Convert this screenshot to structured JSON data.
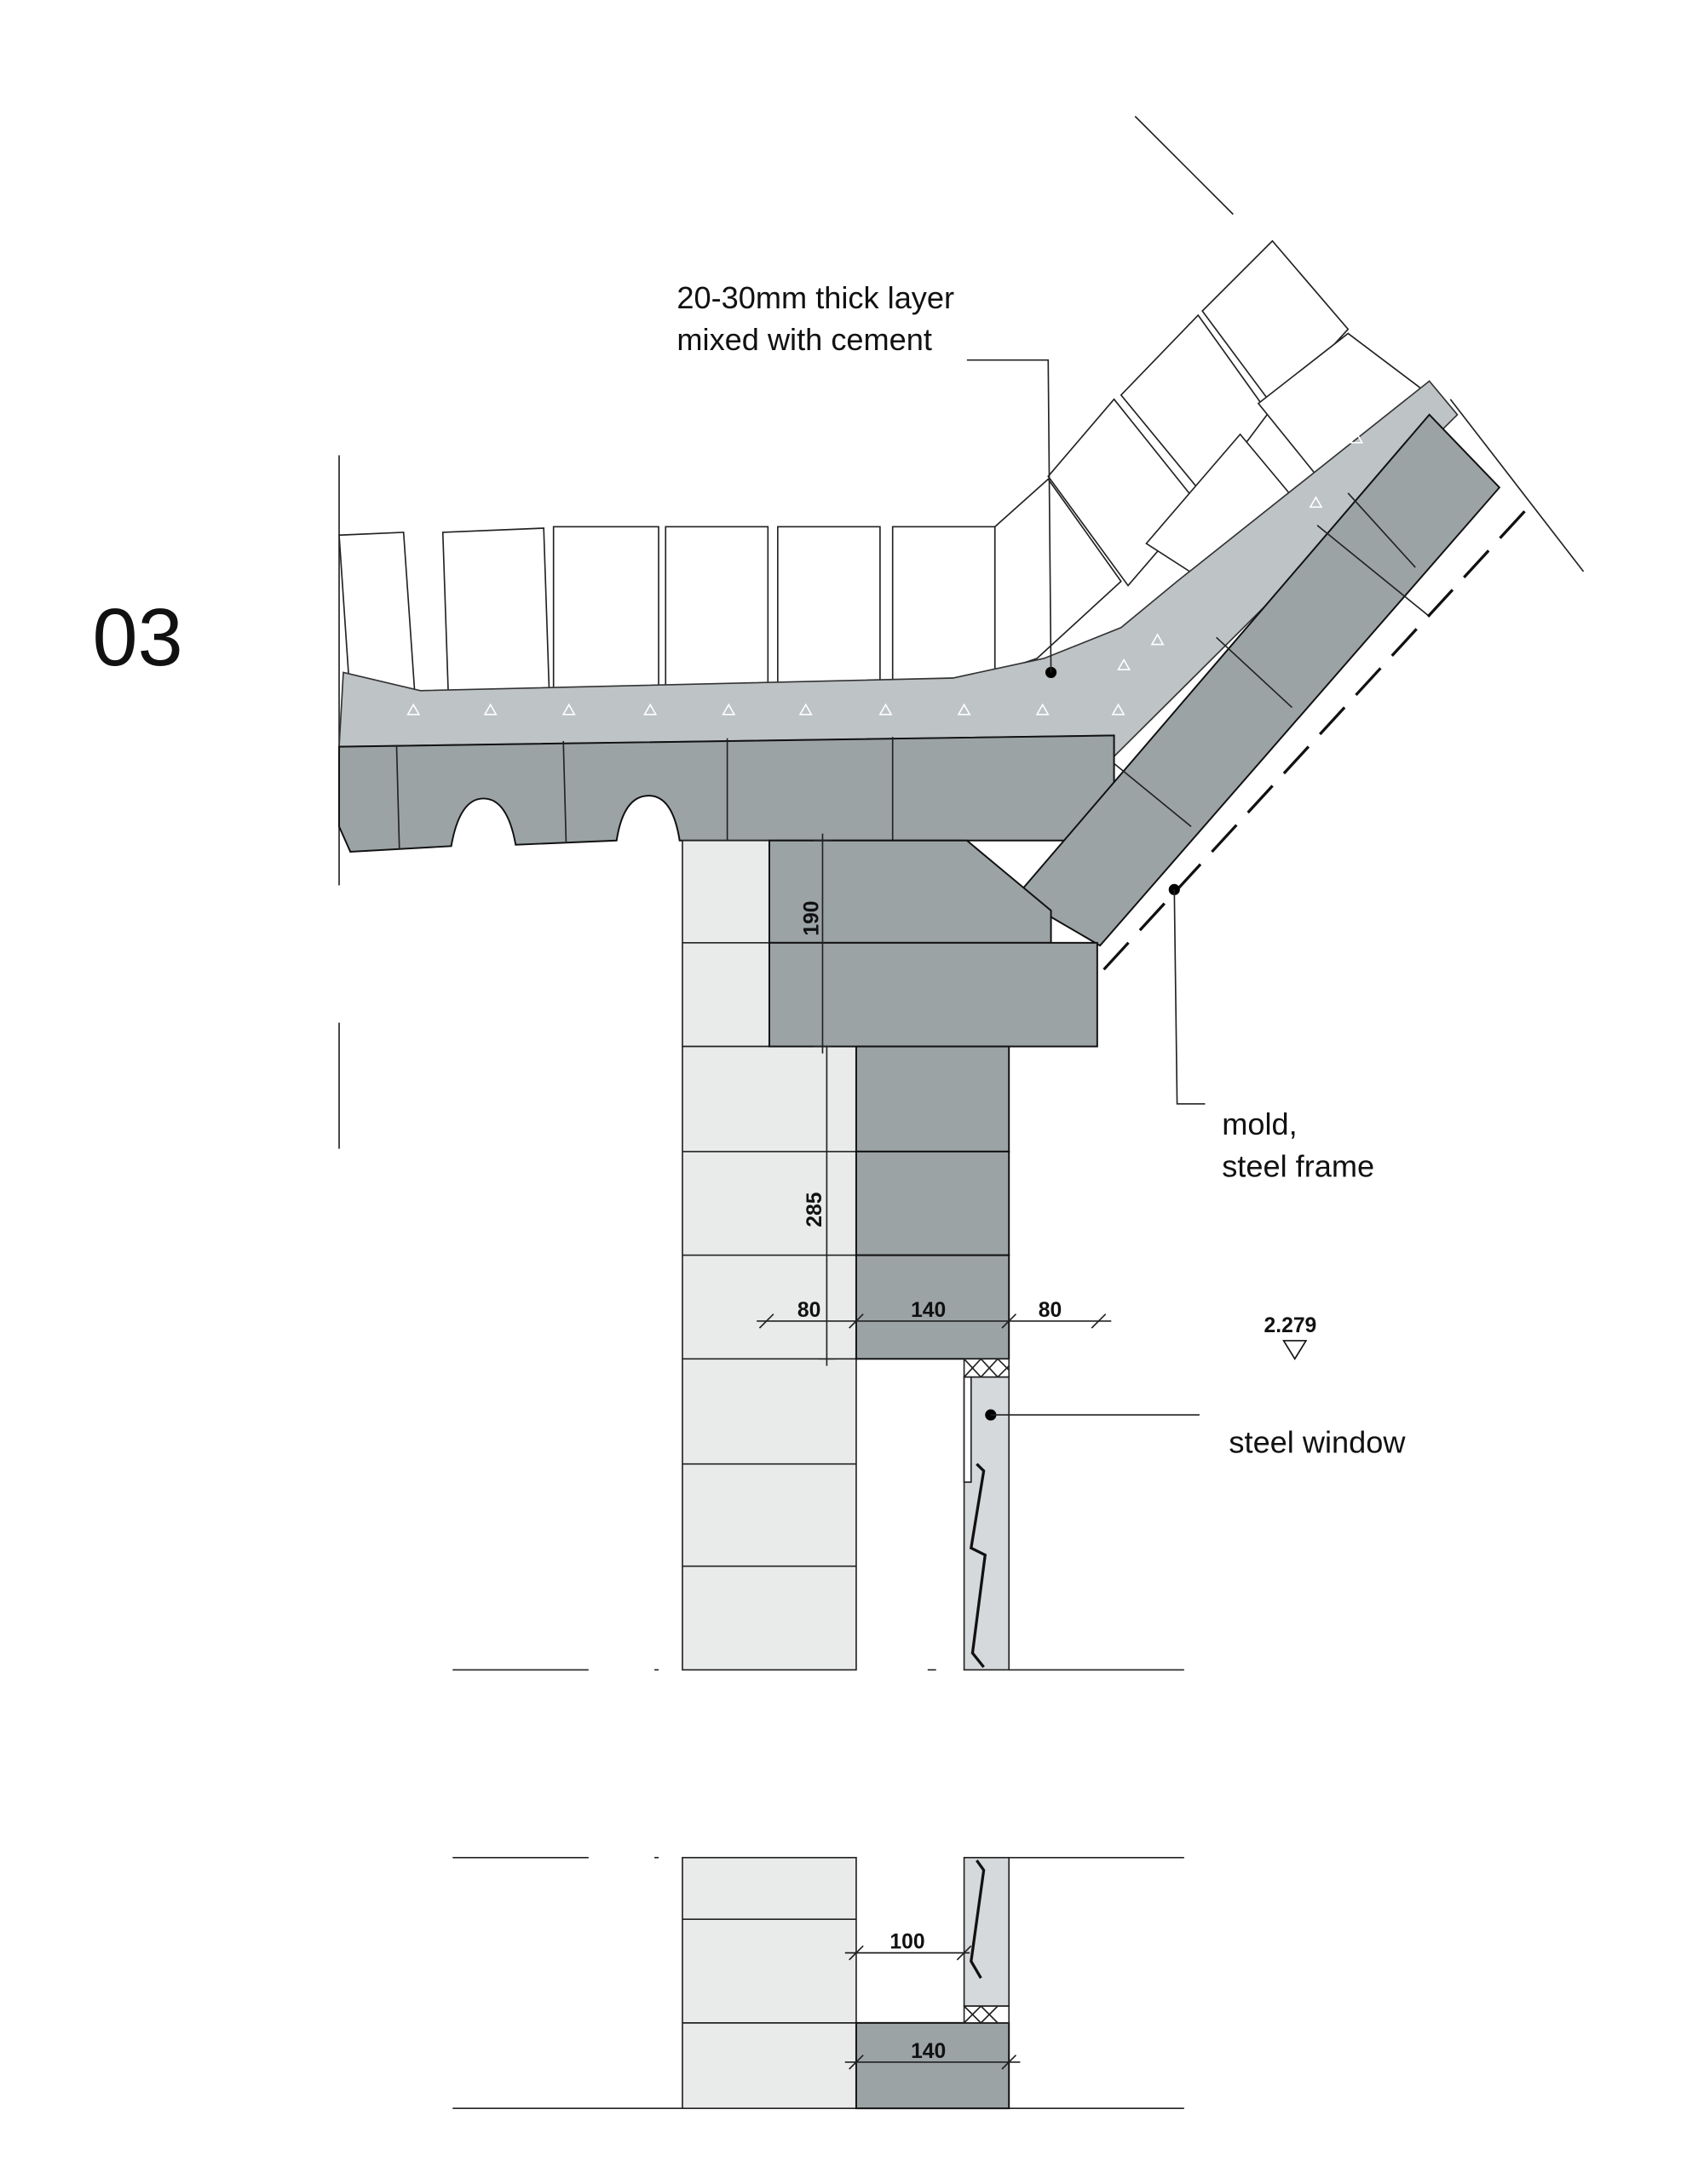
{
  "drawing_number": "03",
  "annotations": {
    "concrete_layer": [
      "20-30mm thick layer",
      "mixed with cement"
    ],
    "mold": [
      "mold,",
      "steel frame"
    ],
    "window": "steel window"
  },
  "dimensions": {
    "lintel_height": "190",
    "column_height": "285",
    "left_offset": "80",
    "block_width": "140",
    "right_offset": "80",
    "window_gap": "100",
    "sill_width": "140"
  },
  "level_mark": "2.279",
  "colors": {
    "dark_block": "#9ba3a5",
    "concrete": "#bec3c5",
    "light_block": "#e9ebea"
  }
}
